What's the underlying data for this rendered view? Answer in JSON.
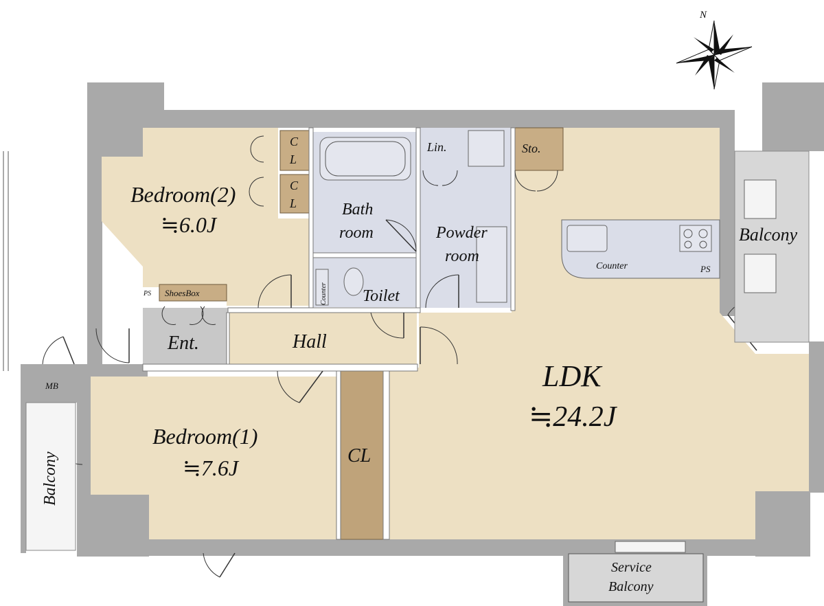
{
  "compass": {
    "north_label": "N"
  },
  "rooms": {
    "ldk": {
      "name": "LDK",
      "size": "≒24.2J"
    },
    "bedroom1": {
      "name": "Bedroom(1)",
      "size": "≒7.6J"
    },
    "bedroom2": {
      "name": "Bedroom(2)",
      "size": "≒6.0J"
    },
    "bath_line1": "Bath",
    "bath_line2": "room",
    "powder_line1": "Powder",
    "powder_line2": "room",
    "toilet": "Toilet",
    "hall": "Hall",
    "entrance": "Ent.",
    "walk_in_closet": "CL",
    "closet_c": "C",
    "closet_l": "L",
    "linen": "Lin.",
    "storage": "Sto.",
    "shoes_box": "ShoesBox",
    "ps": "PS",
    "mb": "MB",
    "counter": "Counter",
    "toilet_counter": "Counter",
    "balcony_east": "Balcony",
    "balcony_west": "Balcony",
    "service_balcony_line1": "Service",
    "service_balcony_line2": "Balcony"
  },
  "colors": {
    "room_beige": "#ede0c3",
    "wet_area_blue": "#dadde8",
    "wall_gray": "#a9a9a9",
    "closet_brown": "#c8ad85"
  }
}
